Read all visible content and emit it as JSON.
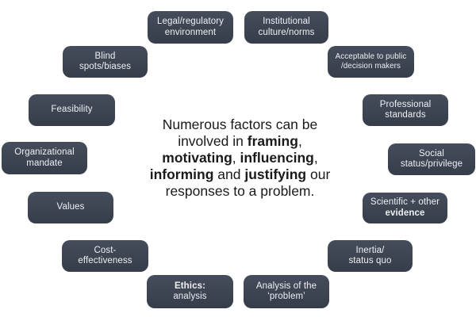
{
  "colors": {
    "box_top": "#454d5c",
    "box_bottom": "#363d4a",
    "box_text": "#eef0f3",
    "center_text": "#1a1a1a",
    "background": "#ffffff"
  },
  "center": {
    "l1": "Numerous factors can be",
    "l2a": "involved in ",
    "l2b": "framing",
    "l2c": ",",
    "l3a": "motivating",
    "l3b": ", ",
    "l3c": "influencing",
    "l3d": ",",
    "l4a": "informing",
    "l4b": " and ",
    "l4c": "justifying",
    "l4d": " our",
    "l5": "responses to a problem."
  },
  "boxes": {
    "legal": {
      "line1": "Legal/regulatory",
      "line2": "environment"
    },
    "institutional": {
      "line1": "Institutional",
      "line2": "culture/norms"
    },
    "blind": {
      "line1": "Blind",
      "line2": "spots/biases"
    },
    "acceptable": {
      "line1": "Acceptable to public",
      "line2": "/decision makers"
    },
    "feasibility": {
      "line1": "Feasibility"
    },
    "professional": {
      "line1": "Professional",
      "line2": "standards"
    },
    "organizational": {
      "line1": "Organizational",
      "line2": "mandate"
    },
    "social": {
      "line1": "Social",
      "line2": "status/privilege"
    },
    "values": {
      "line1": "Values"
    },
    "scientific": {
      "line1": "Scientific + other",
      "line2": "evidence"
    },
    "cost": {
      "line1": "Cost-",
      "line2": "effectiveness"
    },
    "inertia": {
      "line1": "Inertia/",
      "line2": "status quo"
    },
    "ethics": {
      "line1": "Ethics:",
      "line2": "analysis"
    },
    "analysis": {
      "line1": "Analysis of the",
      "line2": "‘problem’"
    }
  }
}
